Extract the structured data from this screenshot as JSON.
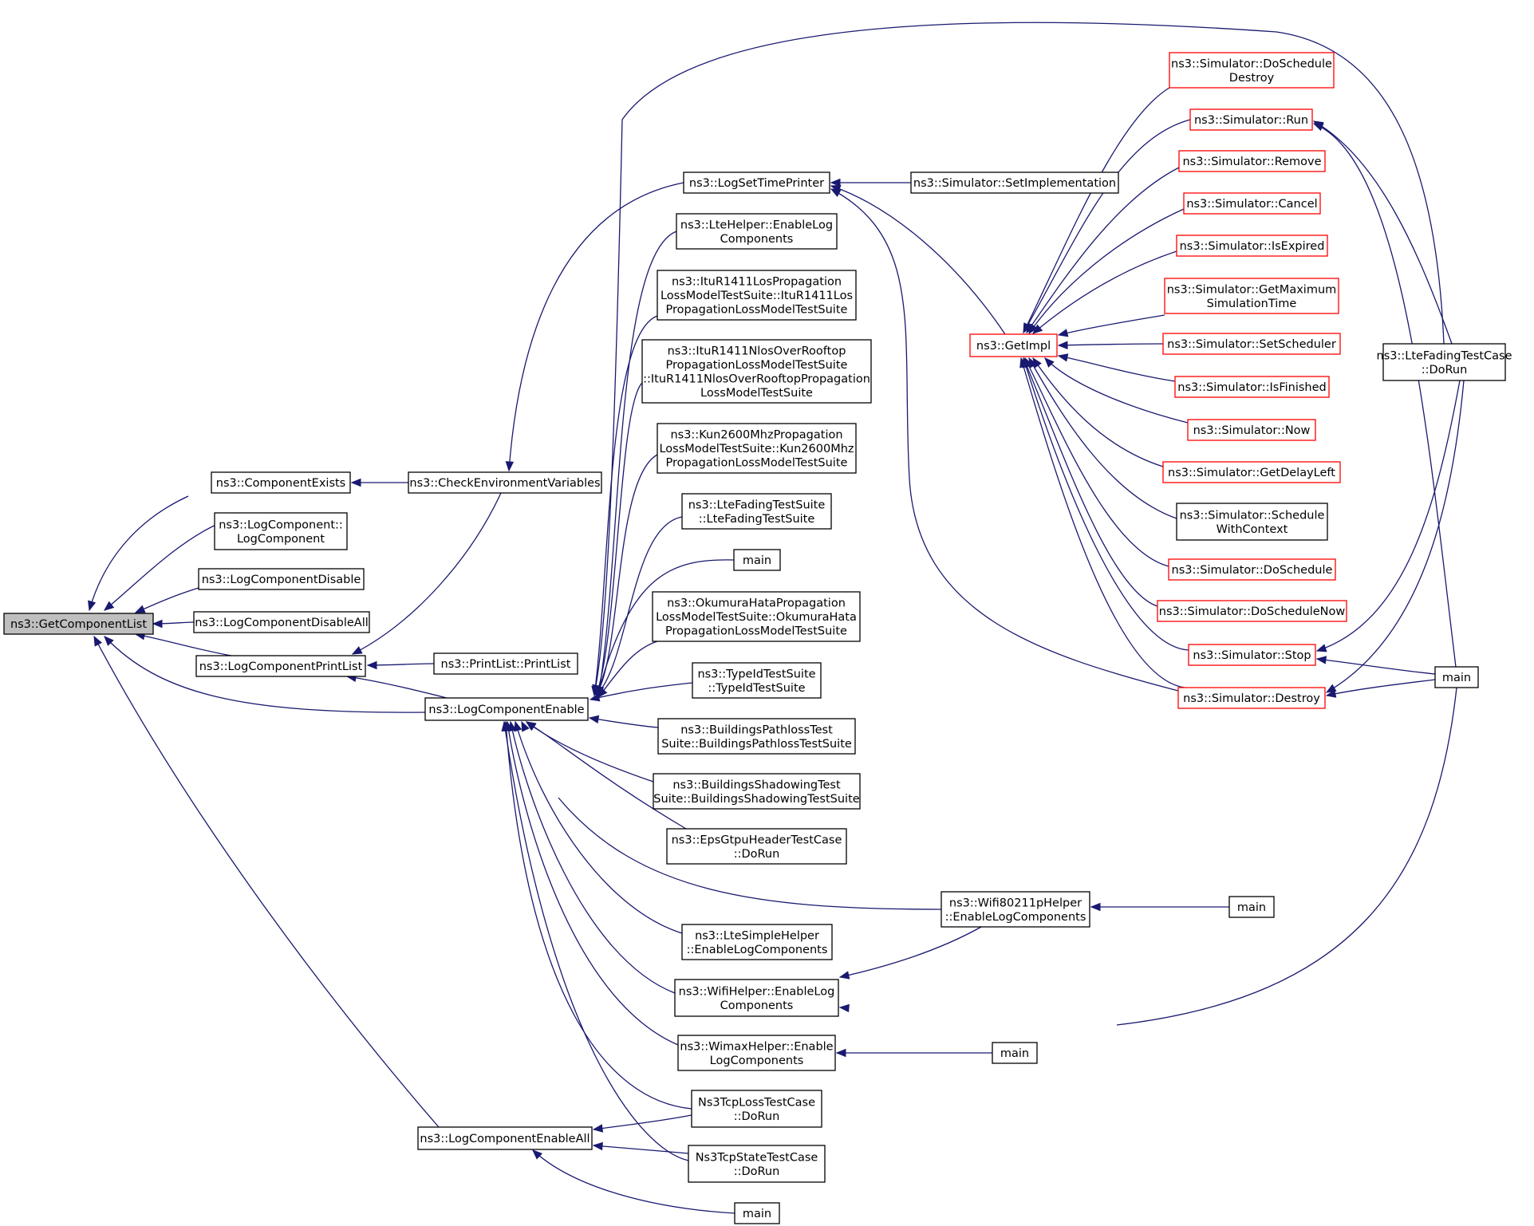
{
  "diagram": {
    "title": "",
    "node_style": {
      "default_border": "#000000",
      "external_border": "#ff0000",
      "root_fill": "#bfbfbf",
      "fill": "#ffffff",
      "edge_color": "#191970"
    },
    "nodes": [
      {
        "id": "getcomponentlist",
        "lines": [
          "ns3::GetComponentList"
        ],
        "style": "root"
      },
      {
        "id": "componentexists",
        "lines": [
          "ns3::ComponentExists"
        ],
        "style": "normal"
      },
      {
        "id": "logcomponent-ctor",
        "lines": [
          "ns3::LogComponent::",
          "LogComponent"
        ],
        "style": "normal"
      },
      {
        "id": "logcomponentdisable",
        "lines": [
          "ns3::LogComponentDisable"
        ],
        "style": "normal"
      },
      {
        "id": "logcomponentdisableall",
        "lines": [
          "ns3::LogComponentDisableAll"
        ],
        "style": "normal"
      },
      {
        "id": "logcomponentprintlist",
        "lines": [
          "ns3::LogComponentPrintList"
        ],
        "style": "normal"
      },
      {
        "id": "logcomponentenable",
        "lines": [
          "ns3::LogComponentEnable"
        ],
        "style": "normal"
      },
      {
        "id": "logcomponentenableall",
        "lines": [
          "ns3::LogComponentEnableAll"
        ],
        "style": "normal"
      },
      {
        "id": "checkenvironmentvariables",
        "lines": [
          "ns3::CheckEnvironmentVariables"
        ],
        "style": "normal"
      },
      {
        "id": "printlist",
        "lines": [
          "ns3::PrintList::PrintList"
        ],
        "style": "normal"
      },
      {
        "id": "logsettimeprinter",
        "lines": [
          "ns3::LogSetTimePrinter"
        ],
        "style": "normal"
      },
      {
        "id": "ltehelper-enablelog",
        "lines": [
          "ns3::LteHelper::EnableLog",
          "Components"
        ],
        "style": "normal"
      },
      {
        "id": "itur1411los-suite",
        "lines": [
          "ns3::ItuR1411LosPropagation",
          "LossModelTestSuite::ItuR1411Los",
          "PropagationLossModelTestSuite"
        ],
        "style": "normal"
      },
      {
        "id": "itur1411nlos-suite",
        "lines": [
          "ns3::ItuR1411NlosOverRooftop",
          "PropagationLossModelTestSuite",
          "::ItuR1411NlosOverRooftopPropagation",
          "LossModelTestSuite"
        ],
        "style": "normal"
      },
      {
        "id": "kun2600-suite",
        "lines": [
          "ns3::Kun2600MhzPropagation",
          "LossModelTestSuite::Kun2600Mhz",
          "PropagationLossModelTestSuite"
        ],
        "style": "normal"
      },
      {
        "id": "ltefading-suite",
        "lines": [
          "ns3::LteFadingTestSuite",
          "::LteFadingTestSuite"
        ],
        "style": "normal"
      },
      {
        "id": "main-a",
        "lines": [
          "main"
        ],
        "style": "normal"
      },
      {
        "id": "okumura-suite",
        "lines": [
          "ns3::OkumuraHataPropagation",
          "LossModelTestSuite::OkumuraHata",
          "PropagationLossModelTestSuite"
        ],
        "style": "normal"
      },
      {
        "id": "typeid-suite",
        "lines": [
          "ns3::TypeIdTestSuite",
          "::TypeIdTestSuite"
        ],
        "style": "normal"
      },
      {
        "id": "buildingspathloss-suite",
        "lines": [
          "ns3::BuildingsPathlossTest",
          "Suite::BuildingsPathlossTestSuite"
        ],
        "style": "normal"
      },
      {
        "id": "buildingsshadowing-suite",
        "lines": [
          "ns3::BuildingsShadowingTest",
          "Suite::BuildingsShadowingTestSuite"
        ],
        "style": "normal"
      },
      {
        "id": "epsgtpu-dorun",
        "lines": [
          "ns3::EpsGtpuHeaderTestCase",
          "::DoRun"
        ],
        "style": "normal"
      },
      {
        "id": "wifi80211p-enablelog",
        "lines": [
          "ns3::Wifi80211pHelper",
          "::EnableLogComponents"
        ],
        "style": "normal"
      },
      {
        "id": "ltesimplehelper-enablelog",
        "lines": [
          "ns3::LteSimpleHelper",
          "::EnableLogComponents"
        ],
        "style": "normal"
      },
      {
        "id": "wifihelper-enablelog",
        "lines": [
          "ns3::WifiHelper::EnableLog",
          "Components"
        ],
        "style": "normal"
      },
      {
        "id": "wimaxhelper-enablelog",
        "lines": [
          "ns3::WimaxHelper::Enable",
          "LogComponents"
        ],
        "style": "normal"
      },
      {
        "id": "ns3tcploss-dorun",
        "lines": [
          "Ns3TcpLossTestCase",
          "::DoRun"
        ],
        "style": "normal"
      },
      {
        "id": "ns3tcpstate-dorun",
        "lines": [
          "Ns3TcpStateTestCase",
          "::DoRun"
        ],
        "style": "normal"
      },
      {
        "id": "main-b",
        "lines": [
          "main"
        ],
        "style": "normal"
      },
      {
        "id": "setimplementation",
        "lines": [
          "ns3::Simulator::SetImplementation"
        ],
        "style": "normal"
      },
      {
        "id": "getimpl",
        "lines": [
          "ns3::GetImpl"
        ],
        "style": "external"
      },
      {
        "id": "doscheduledestroy",
        "lines": [
          "ns3::Simulator::DoSchedule",
          "Destroy"
        ],
        "style": "external"
      },
      {
        "id": "sim-run",
        "lines": [
          "ns3::Simulator::Run"
        ],
        "style": "external"
      },
      {
        "id": "sim-remove",
        "lines": [
          "ns3::Simulator::Remove"
        ],
        "style": "external"
      },
      {
        "id": "sim-cancel",
        "lines": [
          "ns3::Simulator::Cancel"
        ],
        "style": "external"
      },
      {
        "id": "sim-isexpired",
        "lines": [
          "ns3::Simulator::IsExpired"
        ],
        "style": "external"
      },
      {
        "id": "sim-getmaxsimtime",
        "lines": [
          "ns3::Simulator::GetMaximum",
          "SimulationTime"
        ],
        "style": "external"
      },
      {
        "id": "sim-setscheduler",
        "lines": [
          "ns3::Simulator::SetScheduler"
        ],
        "style": "external"
      },
      {
        "id": "sim-isfinished",
        "lines": [
          "ns3::Simulator::IsFinished"
        ],
        "style": "external"
      },
      {
        "id": "sim-now",
        "lines": [
          "ns3::Simulator::Now"
        ],
        "style": "external"
      },
      {
        "id": "sim-getdelayleft",
        "lines": [
          "ns3::Simulator::GetDelayLeft"
        ],
        "style": "external"
      },
      {
        "id": "sim-schedulewithcontext",
        "lines": [
          "ns3::Simulator::Schedule",
          "WithContext"
        ],
        "style": "normal"
      },
      {
        "id": "sim-doschedule",
        "lines": [
          "ns3::Simulator::DoSchedule"
        ],
        "style": "external"
      },
      {
        "id": "sim-doschedulenow",
        "lines": [
          "ns3::Simulator::DoScheduleNow"
        ],
        "style": "external"
      },
      {
        "id": "sim-stop",
        "lines": [
          "ns3::Simulator::Stop"
        ],
        "style": "external"
      },
      {
        "id": "sim-destroy",
        "lines": [
          "ns3::Simulator::Destroy"
        ],
        "style": "external"
      },
      {
        "id": "ltefading-dorun",
        "lines": [
          "ns3::LteFadingTestCase",
          "::DoRun"
        ],
        "style": "normal"
      },
      {
        "id": "main-c",
        "lines": [
          "main"
        ],
        "style": "normal"
      },
      {
        "id": "main-d",
        "lines": [
          "main"
        ],
        "style": "normal"
      },
      {
        "id": "main-e",
        "lines": [
          "main"
        ],
        "style": "normal"
      }
    ],
    "edges": [
      [
        "componentexists",
        "getcomponentlist"
      ],
      [
        "logcomponent-ctor",
        "getcomponentlist"
      ],
      [
        "logcomponentdisable",
        "getcomponentlist"
      ],
      [
        "logcomponentdisableall",
        "getcomponentlist"
      ],
      [
        "logcomponentprintlist",
        "getcomponentlist"
      ],
      [
        "logcomponentenable",
        "getcomponentlist"
      ],
      [
        "logcomponentenableall",
        "getcomponentlist"
      ],
      [
        "checkenvironmentvariables",
        "componentexists"
      ],
      [
        "checkenvironmentvariables",
        "logcomponentprintlist"
      ],
      [
        "printlist",
        "logcomponentprintlist"
      ],
      [
        "logcomponentenable",
        "logcomponentprintlist"
      ],
      [
        "logsettimeprinter",
        "checkenvironmentvariables"
      ],
      [
        "setimplementation",
        "logsettimeprinter"
      ],
      [
        "getimpl",
        "logsettimeprinter"
      ],
      [
        "sim-destroy",
        "logsettimeprinter"
      ],
      [
        "ltefading-dorun",
        "logcomponentenable"
      ],
      [
        "ltehelper-enablelog",
        "logcomponentenable"
      ],
      [
        "itur1411los-suite",
        "logcomponentenable"
      ],
      [
        "itur1411nlos-suite",
        "logcomponentenable"
      ],
      [
        "kun2600-suite",
        "logcomponentenable"
      ],
      [
        "ltefading-suite",
        "logcomponentenable"
      ],
      [
        "main-a",
        "logcomponentenable"
      ],
      [
        "okumura-suite",
        "logcomponentenable"
      ],
      [
        "typeid-suite",
        "logcomponentenable"
      ],
      [
        "buildingspathloss-suite",
        "logcomponentenable"
      ],
      [
        "buildingsshadowing-suite",
        "logcomponentenable"
      ],
      [
        "epsgtpu-dorun",
        "logcomponentenable"
      ],
      [
        "wifi80211p-enablelog",
        "logcomponentenable"
      ],
      [
        "ltesimplehelper-enablelog",
        "logcomponentenable"
      ],
      [
        "wifihelper-enablelog",
        "logcomponentenable"
      ],
      [
        "wimaxhelper-enablelog",
        "logcomponentenable"
      ],
      [
        "ns3tcploss-dorun",
        "logcomponentenable"
      ],
      [
        "ns3tcpstate-dorun",
        "logcomponentenable"
      ],
      [
        "ns3tcploss-dorun",
        "logcomponentenableall"
      ],
      [
        "ns3tcpstate-dorun",
        "logcomponentenableall"
      ],
      [
        "main-b",
        "logcomponentenableall"
      ],
      [
        "main-d",
        "wifi80211p-enablelog"
      ],
      [
        "wifi80211p-enablelog",
        "wifihelper-enablelog"
      ],
      [
        "main-c",
        "wifihelper-enablelog"
      ],
      [
        "main-e",
        "wimaxhelper-enablelog"
      ],
      [
        "doscheduledestroy",
        "getimpl"
      ],
      [
        "sim-run",
        "getimpl"
      ],
      [
        "sim-remove",
        "getimpl"
      ],
      [
        "sim-cancel",
        "getimpl"
      ],
      [
        "sim-isexpired",
        "getimpl"
      ],
      [
        "sim-getmaxsimtime",
        "getimpl"
      ],
      [
        "sim-setscheduler",
        "getimpl"
      ],
      [
        "sim-isfinished",
        "getimpl"
      ],
      [
        "sim-now",
        "getimpl"
      ],
      [
        "sim-getdelayleft",
        "getimpl"
      ],
      [
        "sim-schedulewithcontext",
        "getimpl"
      ],
      [
        "sim-doschedule",
        "getimpl"
      ],
      [
        "sim-doschedulenow",
        "getimpl"
      ],
      [
        "sim-stop",
        "getimpl"
      ],
      [
        "sim-destroy",
        "getimpl"
      ],
      [
        "ltefading-dorun",
        "sim-run"
      ],
      [
        "main-c",
        "sim-run"
      ],
      [
        "ltefading-dorun",
        "sim-stop"
      ],
      [
        "main-c",
        "sim-stop"
      ],
      [
        "ltefading-dorun",
        "sim-destroy"
      ],
      [
        "main-c",
        "sim-destroy"
      ]
    ]
  }
}
